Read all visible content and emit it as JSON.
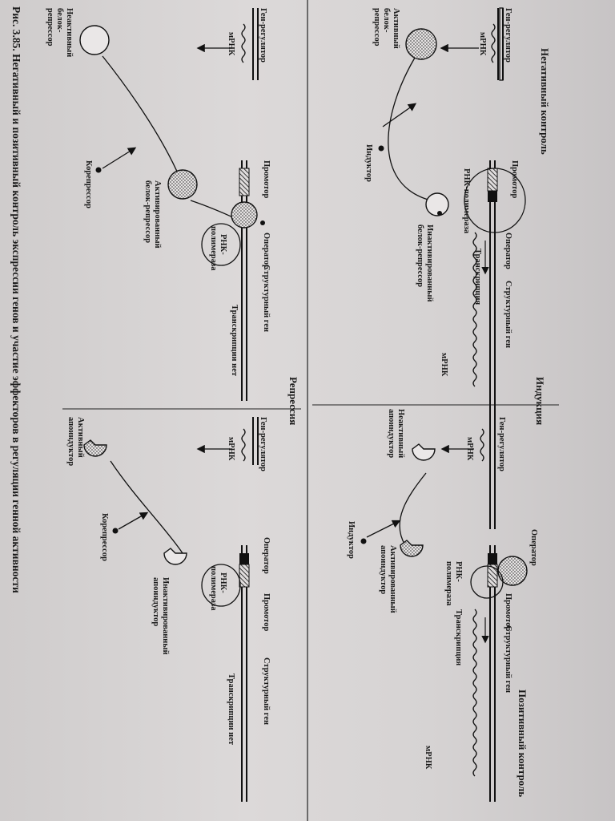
{
  "caption": "Рис. 3.85. Негативный и позитивный контроль экспрессии генов и участие эффекторов в регуляции генной активности",
  "panels": {
    "negative_title": "Негативный контроль",
    "positive_title": "Позитивный контроль",
    "induction_title": "Индукция",
    "repression_title": "Репрессия"
  },
  "labels": {
    "gene_regulator": "Ген-регулятор",
    "mrna": "мРНК",
    "promoter": "Промотор",
    "operator": "Оператор",
    "structural_gene": "Структурный ген",
    "rna_polymerase": "РНК-полимераза",
    "rna_polymerase_2l_a": "РНК-",
    "rna_polymerase_2l_b": "полимераза",
    "transcription": "Транскрипция",
    "no_transcription": "Транскрипции нет",
    "inducer": "Индуктор",
    "corepressor": "Корепрессор",
    "active_repressor_a": "Активный",
    "active_repressor_b": "белок-",
    "active_repressor_c": "репрессор",
    "inactive_repressor_a": "Неактивный",
    "inactive_repressor_b": "белок-",
    "inactive_repressor_c": "репрессор",
    "inactivated_repressor_a": "Инактивированный",
    "inactivated_repressor_b": "белок-репрессор",
    "activated_repressor_a": "Активированный",
    "activated_repressor_b": "белок-репрессор",
    "inactive_apoinducer_a": "Неактивный",
    "inactive_apoinducer_b": "апоиндуктор",
    "activated_apoinducer_a": "Активированный",
    "activated_apoinducer_b": "апоиндуктор",
    "active_apoinducer_a": "Активный",
    "active_apoinducer_b": "апоиндуктор",
    "inactivated_apoinducer_a": "Инактивированный",
    "inactivated_apoinducer_b": "апоиндуктор"
  }
}
